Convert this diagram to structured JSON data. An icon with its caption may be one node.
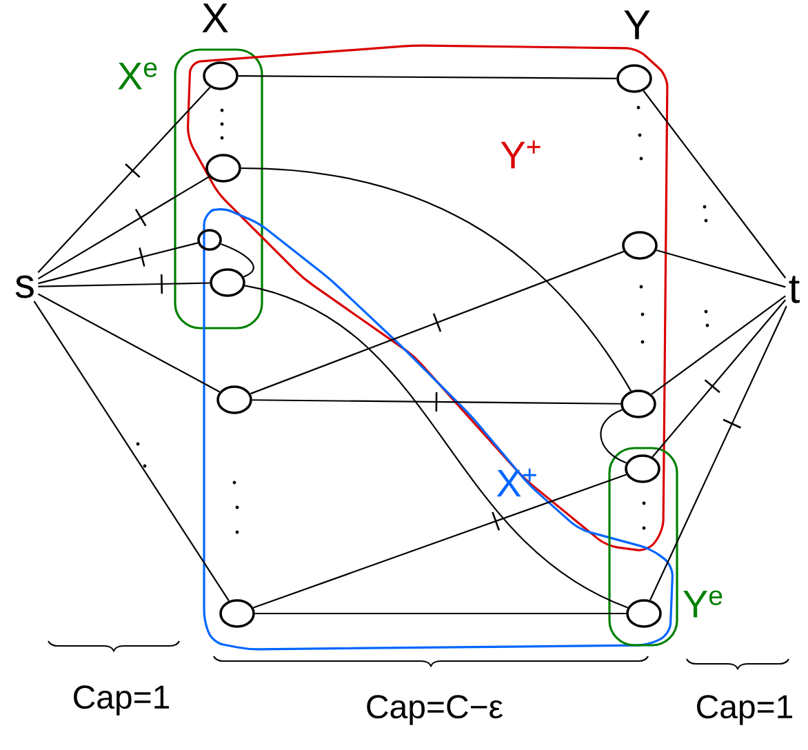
{
  "diagram": {
    "nodes": [
      {
        "text": [
          "s"
        ]
      },
      {
        "text": [
          "t"
        ]
      },
      {
        "text": [],
        "shape": "circle"
      },
      {
        "text": [],
        "shape": "circle"
      },
      {
        "text": [],
        "shape": "circle"
      },
      {
        "text": [],
        "shape": "circle"
      },
      {
        "text": [],
        "shape": "circle"
      },
      {
        "text": [],
        "shape": "circle"
      },
      {
        "text": [],
        "shape": "circle"
      },
      {
        "text": [],
        "shape": "circle"
      },
      {
        "text": [],
        "shape": "circle"
      },
      {
        "text": [],
        "shape": "circle"
      },
      {
        "text": [],
        "shape": "circle"
      }
    ],
    "edges": [
      {
        "from": 0,
        "to": 2,
        "arrow": "none"
      },
      {
        "from": 0,
        "to": 3,
        "arrow": "none"
      },
      {
        "from": 0,
        "to": 4,
        "arrow": "none"
      },
      {
        "from": 0,
        "to": 5,
        "arrow": "none"
      },
      {
        "from": 0,
        "to": 6,
        "arrow": "none"
      },
      {
        "from": 0,
        "to": 7,
        "arrow": "none"
      },
      {
        "from": 2,
        "to": 8,
        "arrow": "none"
      },
      {
        "from": 3,
        "to": 10,
        "arrow": "none"
      },
      {
        "from": 4,
        "to": 5,
        "arrow": "none"
      },
      {
        "from": 5,
        "to": 12,
        "arrow": "none"
      },
      {
        "from": 6,
        "to": 9,
        "arrow": "none"
      },
      {
        "from": 6,
        "to": 10,
        "arrow": "none"
      },
      {
        "from": 7,
        "to": 11,
        "arrow": "none"
      },
      {
        "from": 7,
        "to": 12,
        "arrow": "none"
      },
      {
        "from": 8,
        "to": 1,
        "arrow": "none"
      },
      {
        "from": 9,
        "to": 1,
        "arrow": "none"
      },
      {
        "from": 10,
        "to": 1,
        "arrow": "none"
      },
      {
        "from": 11,
        "to": 1,
        "arrow": "none"
      },
      {
        "from": 12,
        "to": 1,
        "arrow": "none"
      },
      {
        "from": 10,
        "to": 11,
        "arrow": "none"
      }
    ],
    "labels": [
      "X",
      "X$^{e}$",
      "Y",
      "Y$^{+}$",
      "X$^{+}$",
      "Y$^{e}$",
      "Cap=1",
      "Cap=C−ε",
      "Cap=1"
    ]
  }
}
